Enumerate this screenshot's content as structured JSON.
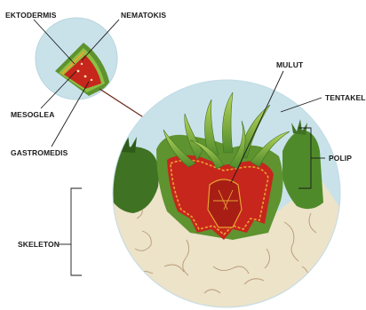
{
  "labels": {
    "ektodermis": "EKTODERMIS",
    "nematokis": "NEMATOKIS",
    "mesoglea": "MESOGLEA",
    "gastromedis": "GASTROMEDIS",
    "mulut": "MULUT",
    "tentakel": "TENTAKEL",
    "polip": "POLIP",
    "skeleton": "SKELETON"
  },
  "colors": {
    "water": "#c9e2ea",
    "skeleton": "#ece3c9",
    "skeleton_lines": "#b89a76",
    "ectoderm_green": "#5e9330",
    "ectoderm_dark": "#2f5a1a",
    "tentacle_light": "#a6c94e",
    "gastrodermis_red": "#c7261c",
    "mesoglea_orange": "#e8a233"
  }
}
